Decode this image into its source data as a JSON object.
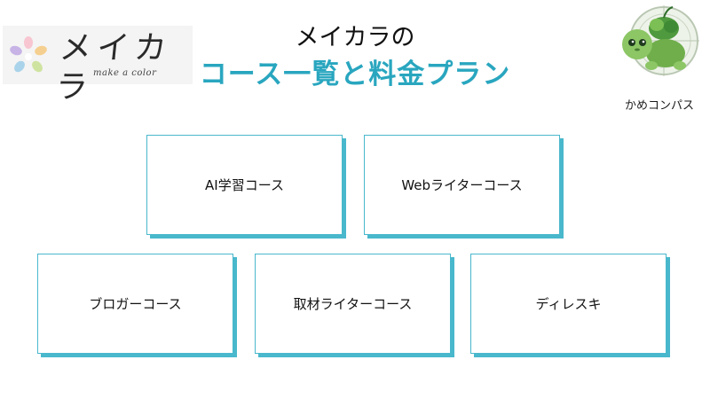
{
  "logo": {
    "wordmark": "メイカラ",
    "tagline": "make a color"
  },
  "header": {
    "title_line1": "メイカラの",
    "title_line2": "コース一覧と料金プラン"
  },
  "mascot": {
    "caption": "かめコンパス"
  },
  "courses": [
    {
      "label": "AI学習コース"
    },
    {
      "label": "Webライターコース"
    },
    {
      "label": "ブロガーコース"
    },
    {
      "label": "取材ライターコース"
    },
    {
      "label": "ディレスキ"
    }
  ],
  "colors": {
    "accent": "#29a6bf",
    "card_border": "#49b8cc",
    "text": "#111111",
    "logo_bg": "#f4f4f4"
  },
  "icons": [
    "flower-logo-icon",
    "turtle-compass-mascot-icon"
  ]
}
